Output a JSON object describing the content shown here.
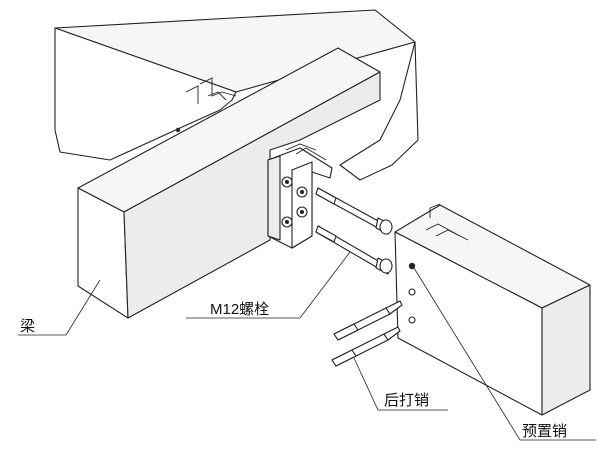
{
  "labels": {
    "beam": "梁",
    "bolt": "M12螺栓",
    "rear_pin": "后打销",
    "preset_pin": "预置销"
  }
}
